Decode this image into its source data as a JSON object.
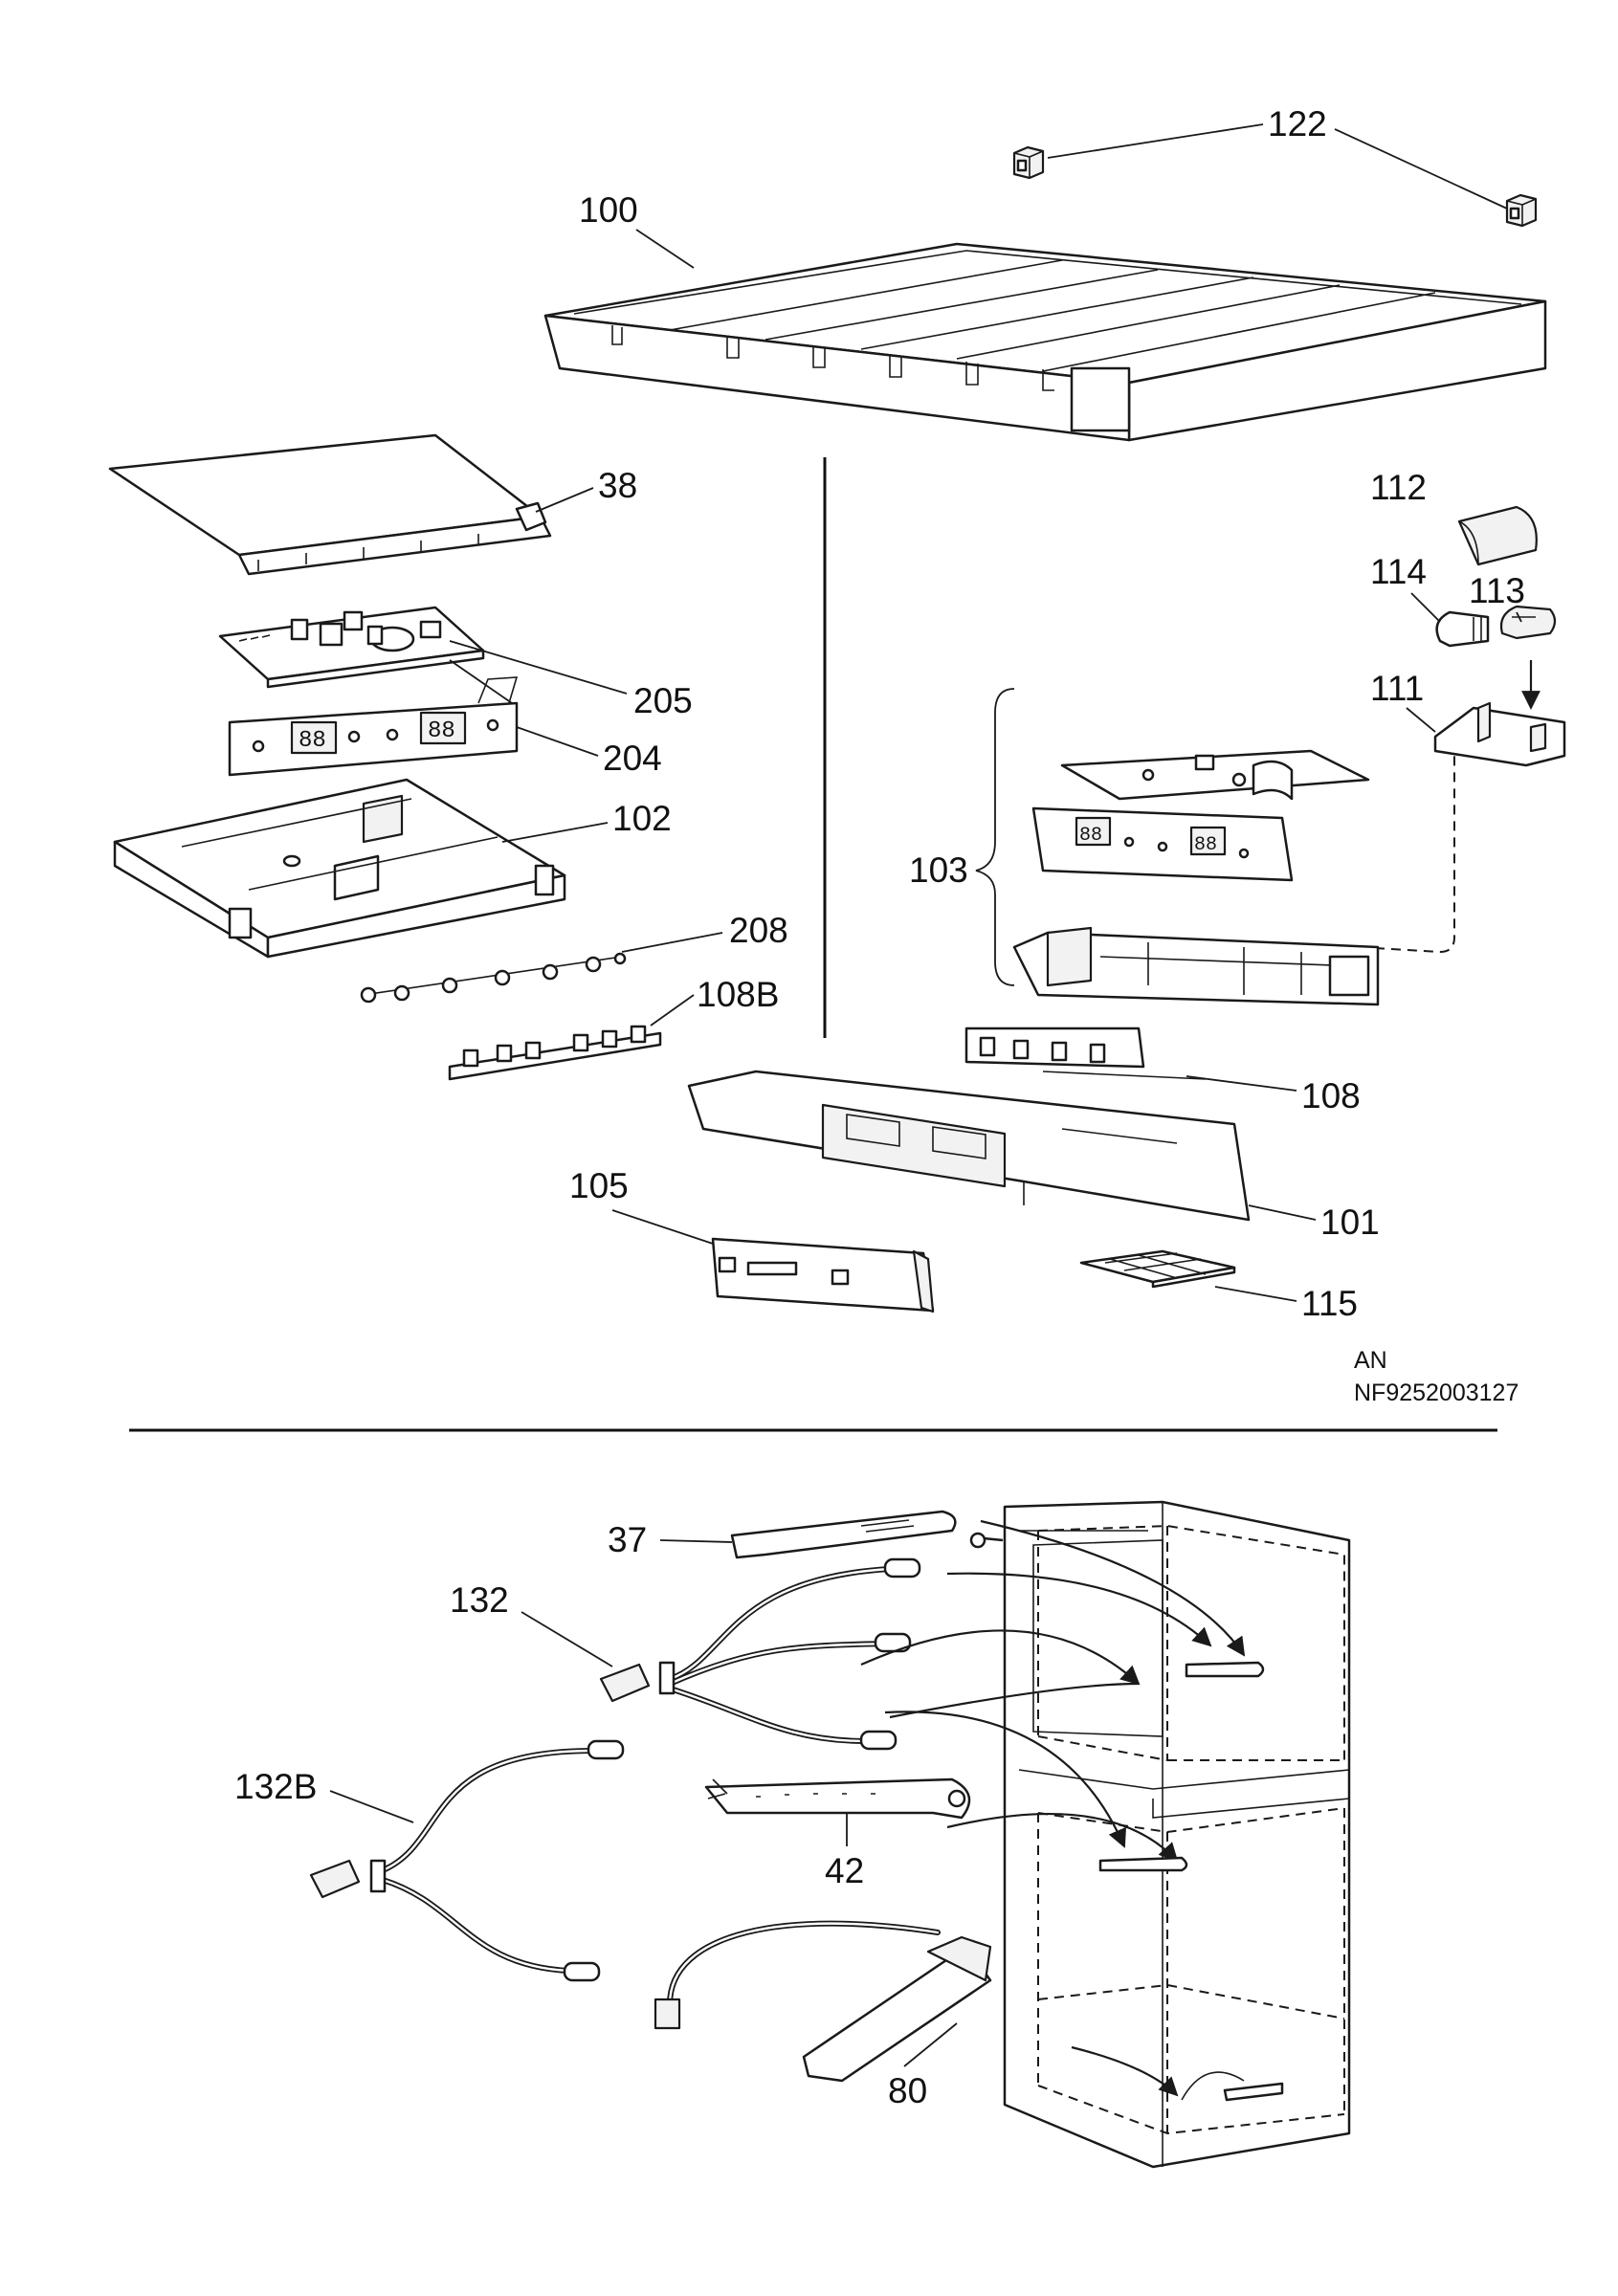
{
  "part_labels": {
    "p122": "122",
    "p100": "100",
    "p38": "38",
    "p112": "112",
    "p114": "114",
    "p113": "113",
    "p205": "205",
    "p111": "111",
    "p204": "204",
    "p102": "102",
    "p103": "103",
    "p208": "208",
    "p108b": "108B",
    "p108": "108",
    "p105": "105",
    "p101": "101",
    "p115": "115",
    "p37": "37",
    "p132": "132",
    "p132b": "132B",
    "p42": "42",
    "p80": "80"
  },
  "drawing_code": {
    "line1": "AN",
    "line2": "NF9252003127"
  }
}
